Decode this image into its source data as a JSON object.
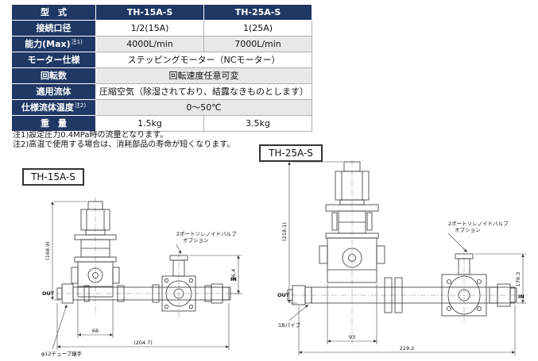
{
  "table": {
    "header": {
      "label": "型　式",
      "model1": "TH-15A-S",
      "model2": "TH-25A-S"
    },
    "rows": {
      "port": {
        "label": "接続口径",
        "v1": "1/2(15A)",
        "v2": "1(25A)"
      },
      "capacity": {
        "label": "能力(Max)",
        "note": "注1)",
        "v1": "4000L/min",
        "v2": "7000L/min"
      },
      "motor": {
        "label": "モーター仕様",
        "v": "ステッピングモーター（NCモーター）"
      },
      "rotation": {
        "label": "回転数",
        "v": "回転速度任意可変"
      },
      "fluid": {
        "label": "適用流体",
        "v": "圧縮空気（除湿されており、結露なきものとします）"
      },
      "temp": {
        "label": "仕様流体温度",
        "note": "注2)",
        "v": "0～50℃"
      },
      "weight": {
        "label": "重　量",
        "v1": "1.5kg",
        "v2": "3.5kg"
      }
    }
  },
  "notes": {
    "note1": "注1)設定圧力0.4MPa時の流量となります。",
    "note2": "注2)高温で使用する場合は、消耗部品の寿命が短くなります。"
  },
  "colors": {
    "header_navy": "#1f3864",
    "alt_row": "#e8e8e8"
  },
  "drawing_left": {
    "title": "TH-15A-S",
    "dim_height": "(168.9)",
    "dim_side": "96.4",
    "dim_body": "66",
    "dim_total": "(204.7)",
    "out": "OUT",
    "in": "IN",
    "fitting_label": "φ12チューブ継手",
    "valve_label_1": "2ポートソレノイドバルブ",
    "valve_label_2": "オプション"
  },
  "drawing_right": {
    "title": "TH-25A-S",
    "dim_height": "(218.1)",
    "dim_side": "176.3",
    "dim_body": "93",
    "dim_total": "219.2",
    "out": "OUT",
    "in": "IN",
    "pipe_label": "1Bパイプ",
    "valve_label_1": "2ポートソレノイドバルブ",
    "valve_label_2": "オプション"
  }
}
